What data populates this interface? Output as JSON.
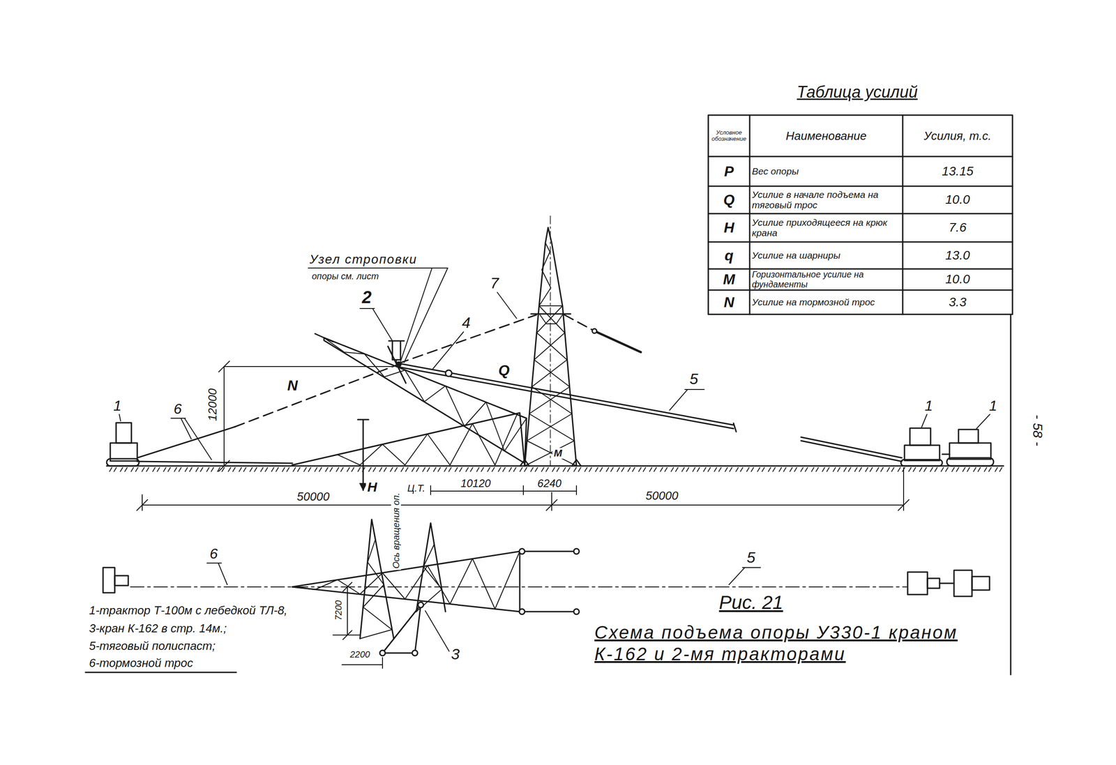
{
  "diagram": {
    "caption": "Схема подъема опоры У330-1 краном К-162 и 2-мя тракторами",
    "labels": [
      "Таблица усилий",
      "Условное обозначение",
      "Наименование",
      "Усилия, т.с.",
      "P",
      "Вес опоры",
      "13.15",
      "Q",
      "Усилие в начале подъема на тяговый трос",
      "10.0",
      "H",
      "Усилие приходящееся на крюк крана",
      "7.6",
      "q",
      "Усилие на шарниры",
      "13.0",
      "M",
      "Горизонтальное усилие на фундаменты",
      "10.0",
      "N",
      "Усилие на тормозной трос",
      "3.3",
      "Узел строповки",
      "опоры см. лист",
      "2",
      "4",
      "7",
      "5",
      "1",
      "1",
      "1",
      "6",
      "N",
      "Q",
      "12000",
      "H",
      "Ц.Т.",
      "10120",
      "6240",
      "M",
      "50000",
      "50000",
      "6",
      "5",
      "Ось вращения оп.",
      "7200",
      "2200",
      "3",
      "1-трактор Т-100м с лебедкой ТЛ-8,",
      "3-кран К-162 в стр. 14м.;",
      "5-тяговый полиспаст;",
      "6-тормозной трос",
      "Рис. 21",
      "- 58 -"
    ]
  }
}
